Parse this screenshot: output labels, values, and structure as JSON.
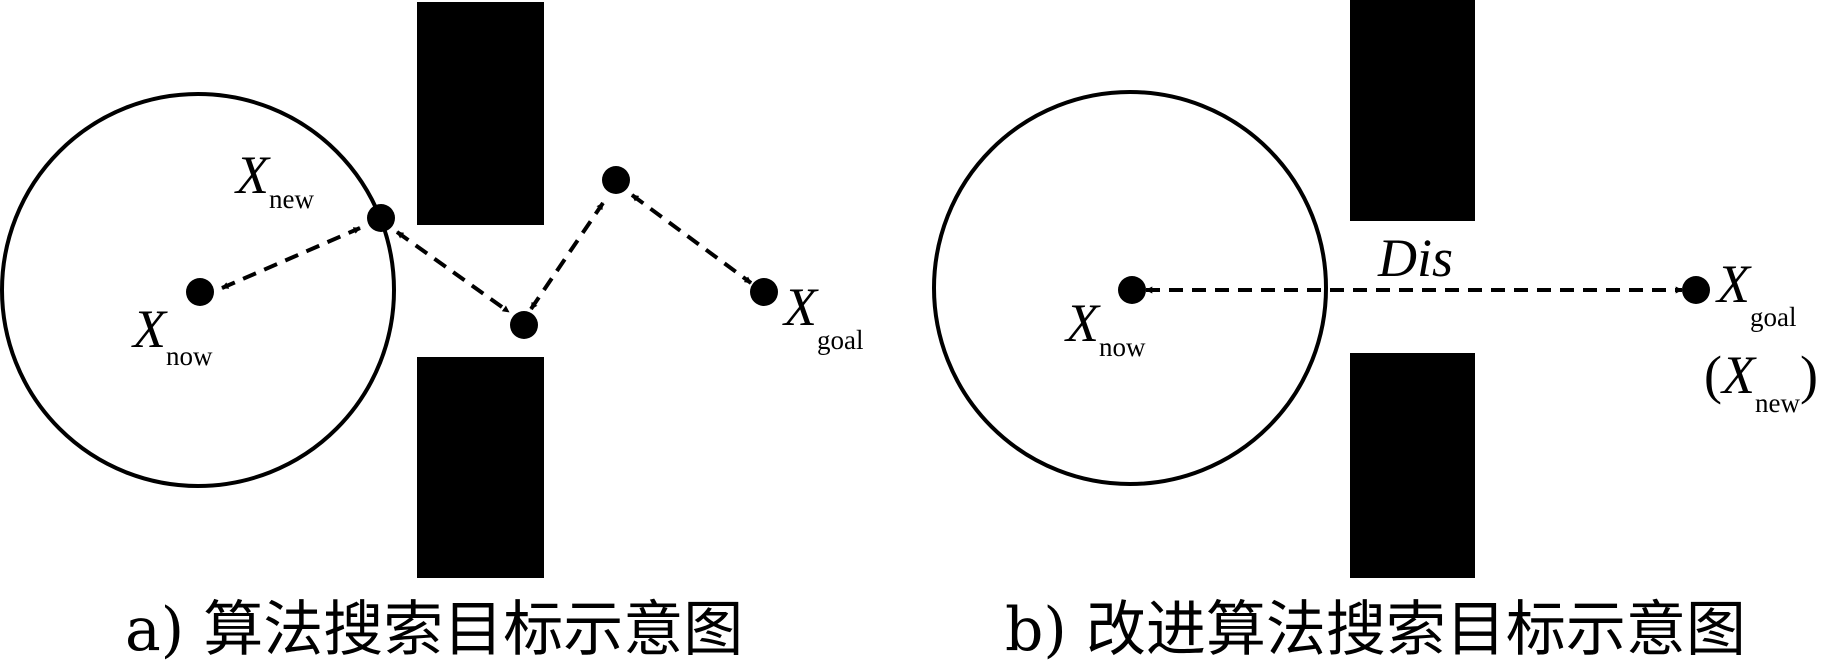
{
  "panels": [
    {
      "caption": "a) 算法搜索目标示意图",
      "labels": {
        "x_new": {
          "main": "X",
          "sub": "new"
        },
        "x_now": {
          "main": "X",
          "sub": "now"
        },
        "x_goal": {
          "main": "X",
          "sub": "goal"
        }
      }
    },
    {
      "caption": "b) 改进算法搜索目标示意图",
      "labels": {
        "dis": "Dis",
        "x_now": {
          "main": "X",
          "sub": "now"
        },
        "x_goal": {
          "main": "X",
          "sub": "goal"
        },
        "x_new_paren": {
          "open": "(",
          "main": "X",
          "sub": "new",
          "close": ")"
        }
      }
    }
  ],
  "colors": {
    "ink": "#000000",
    "background": "#ffffff"
  }
}
